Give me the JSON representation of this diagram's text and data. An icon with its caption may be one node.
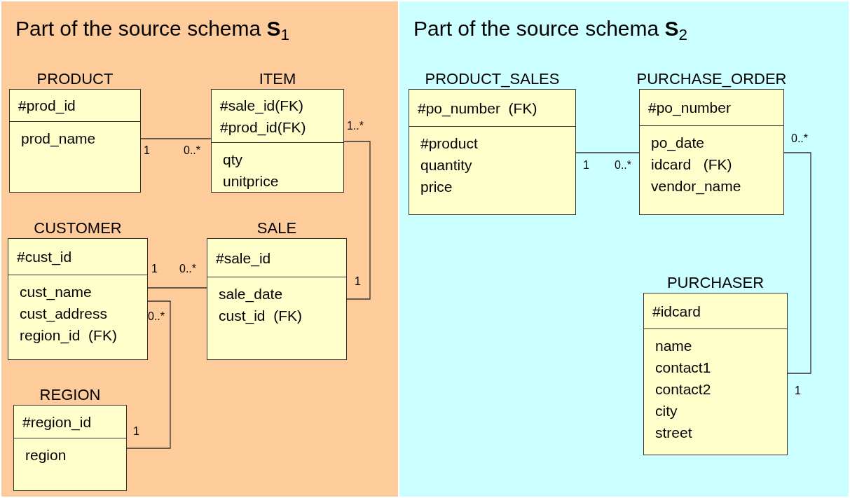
{
  "diagram": {
    "nodes": [
      {
        "text": [
          "Part of the source schema **S**$_{1}$"
        ]
      },
      {
        "text": [
          "PRODUCT",
          "#prod_id",
          "prod_name"
        ],
        "in": 0
      },
      {
        "text": [
          "ITEM",
          "#sale_id(FK)",
          "#prod_id(FK)",
          "qty",
          "unitprice"
        ],
        "in": 0
      },
      {
        "text": [
          "CUSTOMER",
          "#cust_id",
          "cust_name",
          "cust_address",
          "region_id  (FK)"
        ],
        "in": 0
      },
      {
        "text": [
          "SALE",
          "#sale_id",
          "sale_date",
          "cust_id  (FK)"
        ],
        "in": 0
      },
      {
        "text": [
          "REGION",
          "#region_id",
          "region"
        ],
        "in": 0
      },
      {
        "text": [
          "Part of the source schema **S**$_{2}$"
        ]
      },
      {
        "text": [
          "PRODUCT_SALES",
          "#po_number  (FK)",
          "#product",
          "quantity",
          "price"
        ],
        "in": 6
      },
      {
        "text": [
          "PURCHASE_ORDER",
          "#po_number",
          "po_date",
          "idcard   (FK)",
          "vendor_name"
        ],
        "in": 6
      },
      {
        "text": [
          "PURCHASER",
          "#idcard",
          "name",
          "contact1",
          "contact2",
          "city",
          "street"
        ],
        "in": 6
      }
    ],
    "edges": [
      {
        "from": 1,
        "to": 2,
        "arrow": "none"
      },
      {
        "from": 2,
        "to": 4,
        "arrow": "none"
      },
      {
        "from": 3,
        "to": 4,
        "arrow": "none"
      },
      {
        "from": 5,
        "to": 3,
        "arrow": "none"
      },
      {
        "from": 7,
        "to": 8,
        "arrow": "none"
      },
      {
        "from": 8,
        "to": 9,
        "arrow": "none"
      }
    ],
    "labels": [
      "1",
      "0..*",
      "1..*",
      "1",
      "1",
      "0..*",
      "0..*",
      "1",
      "1",
      "0..*",
      "0..*",
      "1"
    ]
  }
}
